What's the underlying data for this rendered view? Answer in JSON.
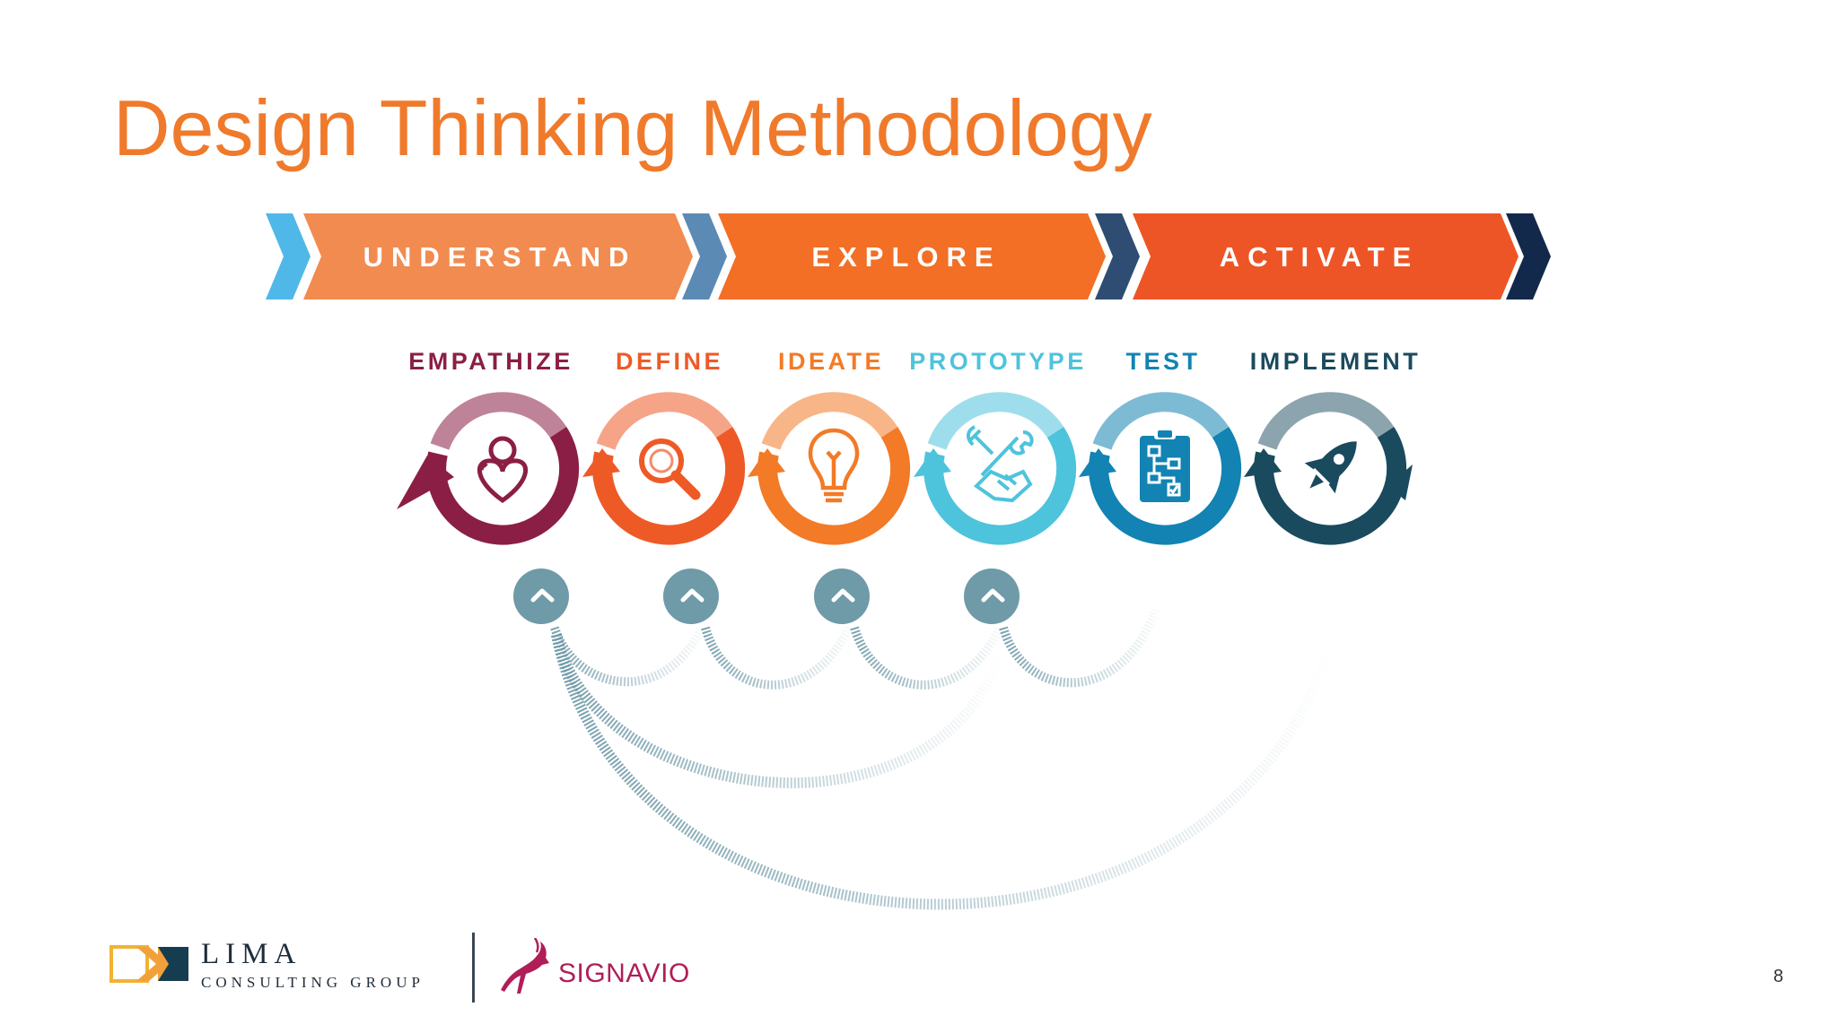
{
  "slide": {
    "title": "Design Thinking Methodology",
    "page_number": "8"
  },
  "phases": [
    {
      "label": "UNDERSTAND",
      "color": "#f28b50"
    },
    {
      "label": "EXPLORE",
      "color": "#f26f25"
    },
    {
      "label": "ACTIVATE",
      "color": "#ee5526"
    }
  ],
  "phase_separators": [
    "#4fb8e8",
    "#5b8ab5",
    "#2f4d73",
    "#13294b"
  ],
  "stages": [
    {
      "label": "EMPATHIZE",
      "color": "#8b1e45",
      "icon": "person-heart-icon"
    },
    {
      "label": "DEFINE",
      "color": "#ee5a26",
      "icon": "magnifier-icon"
    },
    {
      "label": "IDEATE",
      "color": "#f37a27",
      "icon": "lightbulb-icon"
    },
    {
      "label": "PROTOTYPE",
      "color": "#4ec3dc",
      "icon": "wrench-hand-icon"
    },
    {
      "label": "TEST",
      "color": "#1283b3",
      "icon": "clipboard-flow-icon"
    },
    {
      "label": "IMPLEMENT",
      "color": "#1a4a5e",
      "icon": "rocket-icon"
    }
  ],
  "feedback_loop_color": "#6f9aa8",
  "logos": {
    "lima_name": "LIMA",
    "lima_sub": "CONSULTING GROUP",
    "signavio_name": "SIGNAVIO"
  }
}
